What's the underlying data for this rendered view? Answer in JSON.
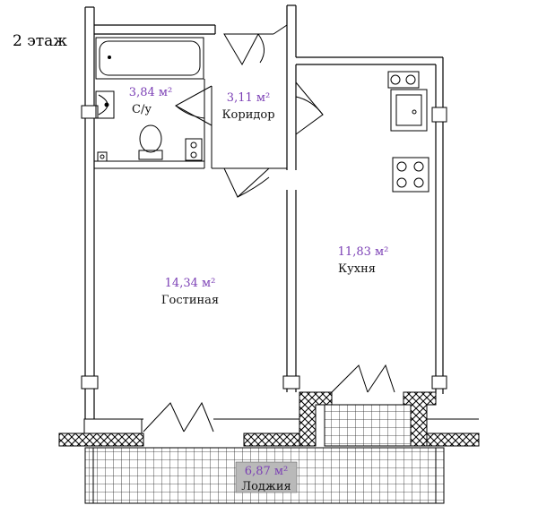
{
  "floor_label": "2 этаж",
  "rooms": [
    {
      "name": "С/у",
      "area": "3,84 м²"
    },
    {
      "name": "Коридор",
      "area": "3,11 м²"
    },
    {
      "name": "Кухня",
      "area": "11,83 м²"
    },
    {
      "name": "Гостиная",
      "area": "14,34 м²"
    },
    {
      "name": "Лоджия",
      "area": "6,87 м²"
    }
  ],
  "colors": {
    "area_text": "#7b3fb5",
    "wall": "#000000",
    "loggia_label_bg": "#b9b9b9"
  }
}
